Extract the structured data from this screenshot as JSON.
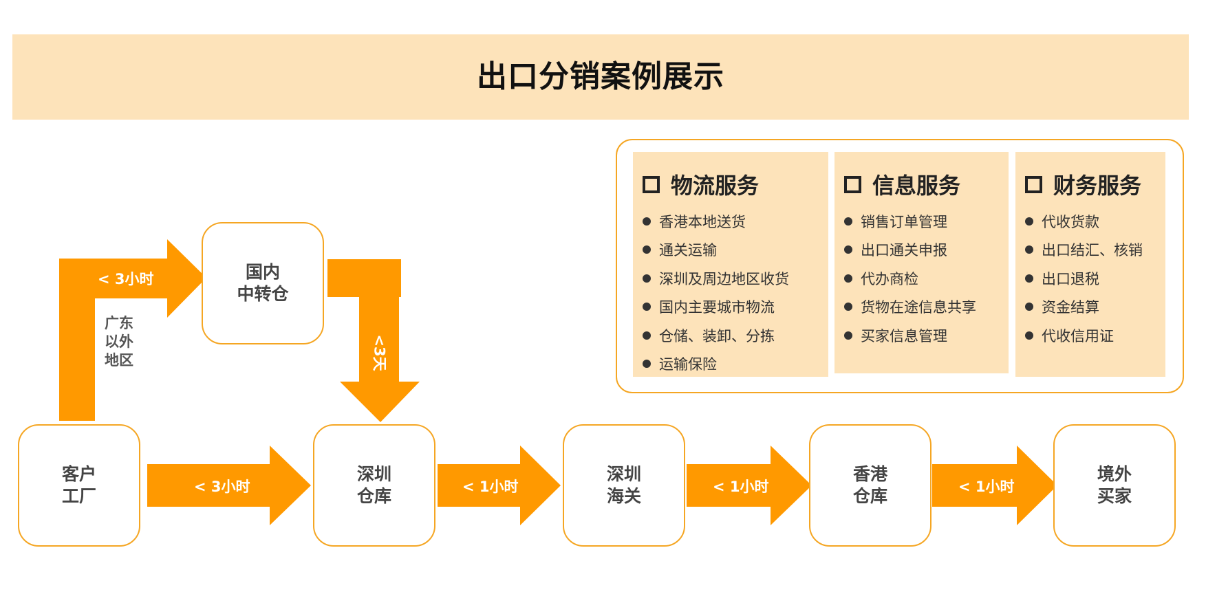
{
  "title": "出口分销案例展示",
  "nodes": {
    "factory": [
      "客户",
      "工厂"
    ],
    "transit": [
      "国内",
      "中转仓"
    ],
    "sz_warehouse": [
      "深圳",
      "仓库"
    ],
    "sz_customs": [
      "深圳",
      "海关"
    ],
    "hk_warehouse": [
      "香港",
      "仓库"
    ],
    "buyer": [
      "境外",
      "买家"
    ]
  },
  "arrows": {
    "factory_to_transit": "< 3小时",
    "factory_to_sz": "< 3小时",
    "transit_to_sz": "<3天",
    "sz_to_customs": "< 1小时",
    "customs_to_hk": "< 1小时",
    "hk_to_buyer": "< 1小时"
  },
  "region_label": [
    "广东",
    "以外",
    "地区"
  ],
  "services": [
    {
      "title": "物流服务",
      "items": [
        "香港本地送货",
        "通关运输",
        "深圳及周边地区收货",
        "国内主要城市物流",
        "仓储、装卸、分拣",
        "运输保险"
      ]
    },
    {
      "title": "信息服务",
      "items": [
        "销售订单管理",
        "出口通关申报",
        "代办商检",
        "货物在途信息共享",
        "买家信息管理"
      ]
    },
    {
      "title": "财务服务",
      "items": [
        "代收货款",
        "出口结汇、核销",
        "出口退税",
        "资金结算",
        "代收信用证"
      ]
    }
  ],
  "colors": {
    "accent": "#FF9900",
    "border": "#F5A623",
    "banner": "#FDE3BA"
  }
}
